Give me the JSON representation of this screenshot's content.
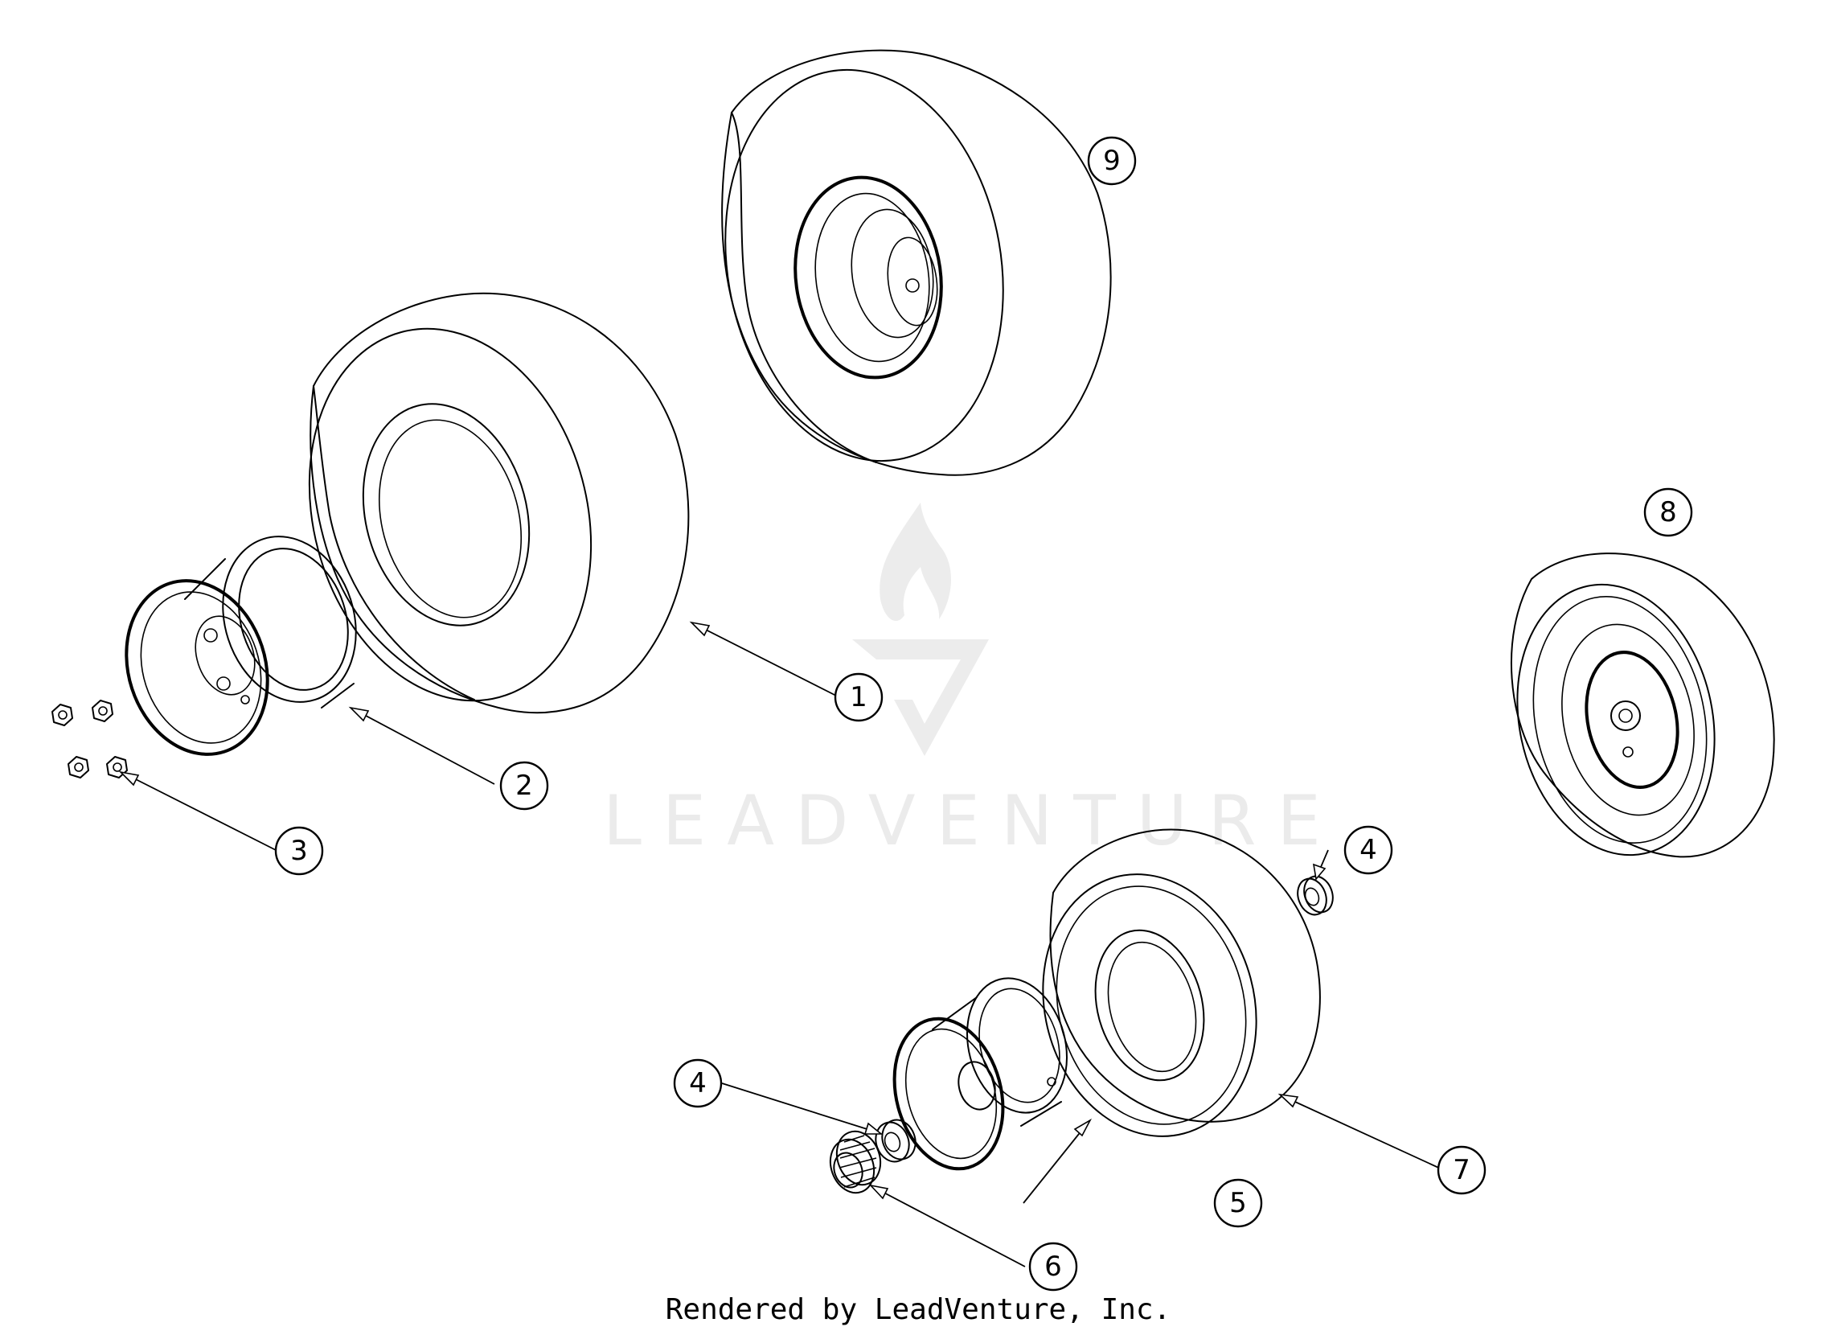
{
  "watermark": {
    "brand_text": "LEADVENTURE",
    "logo_icon": "leadventure-flame-v-logo"
  },
  "footer": {
    "credit": "Rendered by LeadVenture, Inc."
  },
  "callouts": [
    {
      "label": "1",
      "part": "tire-large-rear"
    },
    {
      "label": "2",
      "part": "rim-rear"
    },
    {
      "label": "3",
      "part": "lug-nut"
    },
    {
      "label": "4",
      "part": "bearing-spacer"
    },
    {
      "label": "4",
      "part": "bearing-spacer"
    },
    {
      "label": "5",
      "part": "rim-front"
    },
    {
      "label": "6",
      "part": "bearing"
    },
    {
      "label": "7",
      "part": "tire-front"
    },
    {
      "label": "8",
      "part": "wheel-assembly-front"
    },
    {
      "label": "9",
      "part": "wheel-assembly-rear"
    }
  ]
}
